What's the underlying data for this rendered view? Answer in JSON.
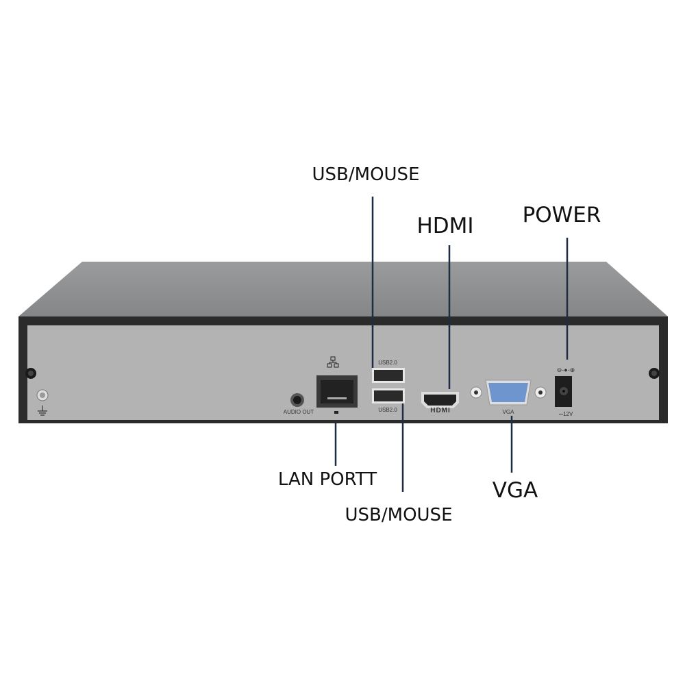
{
  "callouts": {
    "usb_top": "USB/MOUSE",
    "hdmi": "HDMI",
    "power": "POWER",
    "lan": "LAN PORTT",
    "usb_bottom": "USB/MOUSE",
    "vga": "VGA"
  },
  "panel_labels": {
    "audio_out": "AUDIO OUT",
    "usb_top": "USB2.0",
    "usb_bottom": "USB2.0",
    "hdmi": "HDMI",
    "vga": "VGA",
    "power": "⎓12V",
    "polarity": "⊖-●-⊕"
  },
  "colors": {
    "callout_line": "#1f2d44",
    "chassis_top": "#8e8f91",
    "panel": "#b3b3b3",
    "frame": "#2b2b2b",
    "vga_connector": "#6f95cf"
  }
}
